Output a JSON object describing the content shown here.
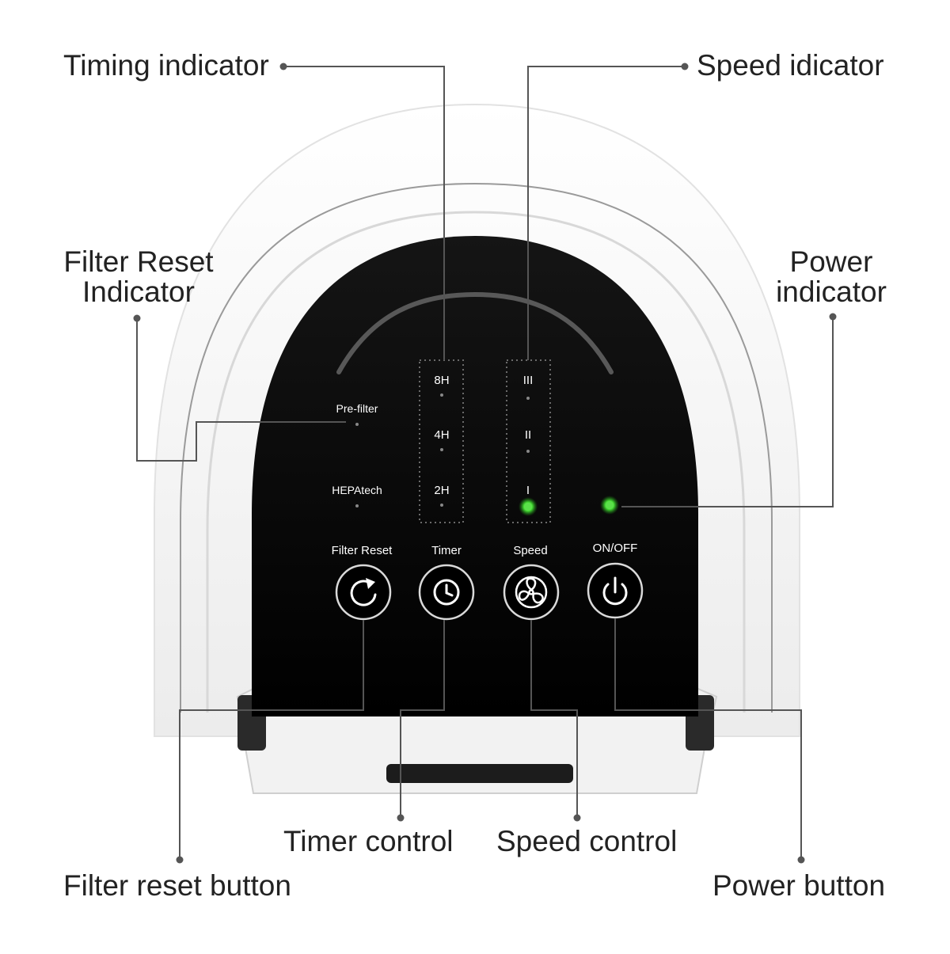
{
  "colors": {
    "shell": "#f4f4f4",
    "panel": "#0d0d0d",
    "indicator_on": "#44dd33",
    "leader_line": "#555555",
    "label_text": "#222222"
  },
  "callouts": {
    "timing_indicator": "Timing indicator",
    "speed_indicator": "Speed idicator",
    "filter_reset_indicator_line1": "Filter Reset",
    "filter_reset_indicator_line2": "Indicator",
    "power_indicator_line1": "Power",
    "power_indicator_line2": "indicator",
    "timer_control": "Timer control",
    "speed_control": "Speed control",
    "filter_reset_button": "Filter reset button",
    "power_button": "Power button"
  },
  "panel": {
    "filter_labels": [
      "Pre-filter",
      "HEPAtech"
    ],
    "timer_levels": [
      "8H",
      "4H",
      "2H"
    ],
    "speed_levels": [
      "III",
      "II",
      "I"
    ],
    "active_speed": "I",
    "power_on": true,
    "buttons": [
      {
        "label": "Filter Reset",
        "icon": "reset-icon"
      },
      {
        "label": "Timer",
        "icon": "clock-icon"
      },
      {
        "label": "Speed",
        "icon": "fan-icon"
      },
      {
        "label": "ON/OFF",
        "icon": "power-icon"
      }
    ]
  }
}
